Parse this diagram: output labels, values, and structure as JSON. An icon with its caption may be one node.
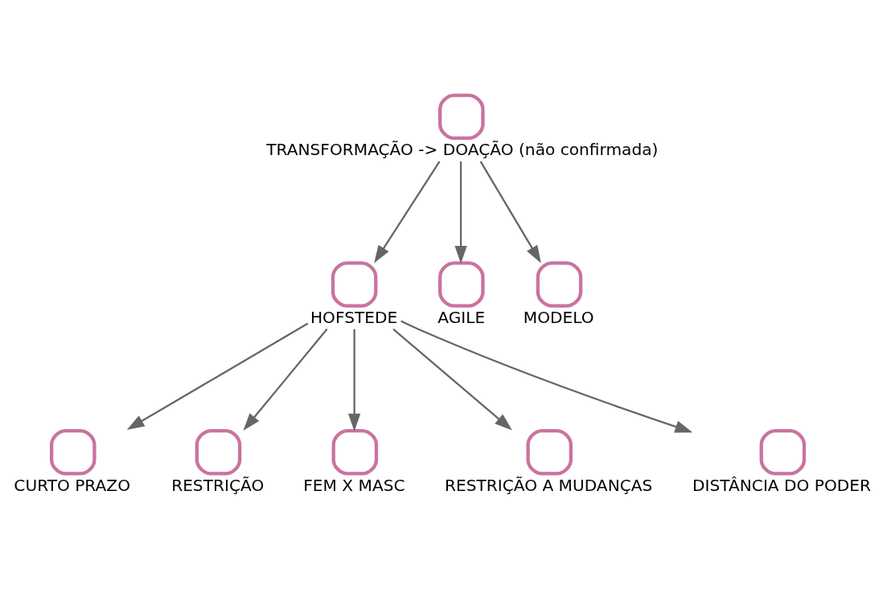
{
  "diagram": {
    "nodes": [
      {
        "text": [
          "TRANSFORMAÇÃO -> DOAÇÃO (não confirmada)"
        ]
      },
      {
        "text": [
          "HOFSTEDE"
        ]
      },
      {
        "text": [
          "AGILE"
        ]
      },
      {
        "text": [
          "MODELO"
        ]
      },
      {
        "text": [
          "CURTO PRAZO"
        ]
      },
      {
        "text": [
          "RESTRIÇÃO"
        ]
      },
      {
        "text": [
          "FEM X MASC"
        ]
      },
      {
        "text": [
          "RESTRIÇÃO A MUDANÇAS"
        ]
      },
      {
        "text": [
          "DISTÂNCIA DO PODER"
        ]
      }
    ],
    "edges": [
      {
        "from": 0,
        "to": 1,
        "arrow": "to"
      },
      {
        "from": 0,
        "to": 2,
        "arrow": "to"
      },
      {
        "from": 0,
        "to": 3,
        "arrow": "to"
      },
      {
        "from": 1,
        "to": 4,
        "arrow": "to"
      },
      {
        "from": 1,
        "to": 5,
        "arrow": "to"
      },
      {
        "from": 1,
        "to": 6,
        "arrow": "to"
      },
      {
        "from": 1,
        "to": 7,
        "arrow": "to"
      },
      {
        "from": 1,
        "to": 8,
        "arrow": "to"
      }
    ]
  }
}
